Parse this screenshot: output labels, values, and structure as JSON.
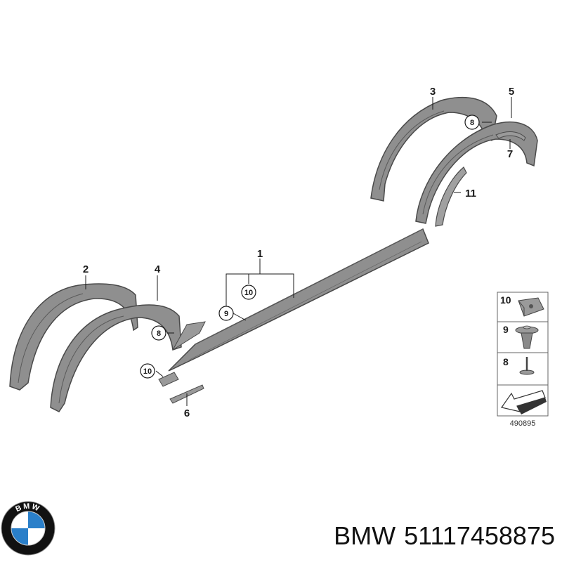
{
  "diagram": {
    "callouts": {
      "c1": "1",
      "c2": "2",
      "c3": "3",
      "c4": "4",
      "c5": "5",
      "c6": "6",
      "c7": "7",
      "c11": "11",
      "c8a": "8",
      "c8b": "8",
      "c9": "9",
      "c10a": "10",
      "c10b": "10"
    },
    "legend": {
      "n10": "10",
      "n9": "9",
      "n8": "8"
    },
    "diagram_id": "490895"
  },
  "brand": {
    "logo_letters": "BMW",
    "name": "BMW",
    "part_number": "51117458875"
  },
  "colors": {
    "part_fill": "#8f8f8f",
    "part_edge": "#4a4a4a",
    "bmw_blue": "#2a7fc9",
    "ink": "#1a1a1a"
  }
}
